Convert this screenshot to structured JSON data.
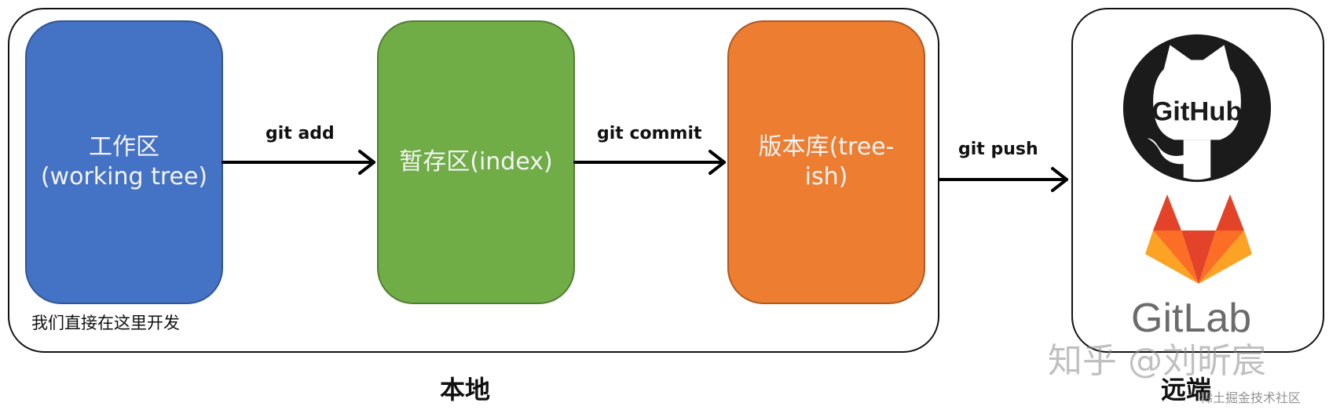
{
  "local": {
    "label": "本地",
    "dev_note": "我们直接在这里开发",
    "boxes": {
      "worktree": {
        "line1": "工作区",
        "line2": "(working tree)",
        "color": "#4472c4"
      },
      "index": {
        "line1": "暂存区(index)",
        "color": "#70ad47"
      },
      "repo": {
        "line1": "版本库(tree-",
        "line2": "ish)",
        "color": "#ed7d31"
      }
    }
  },
  "commands": {
    "add": "git add",
    "commit": "git commit",
    "push": "git push"
  },
  "remote": {
    "label": "远端",
    "github_text": "GitHub",
    "gitlab_text": "GitLab",
    "icons": [
      "github-octocat-icon",
      "gitlab-fox-icon"
    ]
  },
  "watermarks": {
    "zhihu": "知乎 @刘昕宸",
    "juejin": "稀土掘金技术社区"
  }
}
